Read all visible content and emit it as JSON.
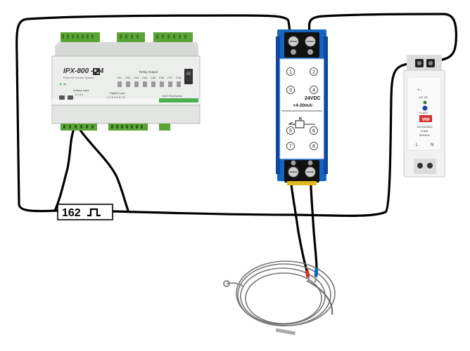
{
  "controller": {
    "model": "IPX-800 - V4",
    "subtitle": "Ethernet Control System",
    "relay_output_label": "Relay Output",
    "relay_channels": [
      "Ch1",
      "Ch2",
      "Ch3",
      "Ch4",
      "Ch5",
      "Ch6",
      "Ch7",
      "Ch8"
    ],
    "analog_input_label": "Analog Input",
    "analog_numbers": "1 2 3 4",
    "digital_input_label": "Digital Input",
    "digital_numbers": "1 2 3 4 5 6 7 8",
    "brand": "GCE Electronics"
  },
  "wiring_label": {
    "text": "162",
    "icon": "pulse-icon"
  },
  "converter": {
    "terminals": [
      "1",
      "2",
      "3",
      "4",
      "5",
      "6",
      "7",
      "8"
    ],
    "supply_text": "24VDC",
    "output_text": "+4-20mA-",
    "k_label": "K",
    "color": "#1565c0"
  },
  "psu": {
    "plus_minus": "+ -",
    "dc_ok": "DC OK",
    "v_adj": "+V ADJ",
    "brand": "MW",
    "spec_line1": "100-240VAC",
    "spec_line2": "0.56A",
    "spec_line3": "50/60Hz",
    "l_label": "L",
    "n_label": "N"
  }
}
